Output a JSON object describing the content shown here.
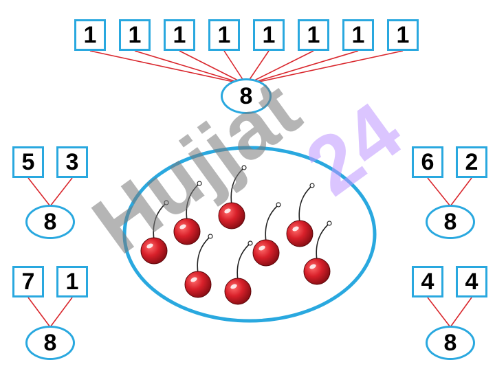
{
  "colors": {
    "box_border": "#29a8df",
    "line": "#d9262c",
    "cherry": "#d8202a",
    "watermark_gray": "#787878",
    "watermark_purple": "#be96ff"
  },
  "top": {
    "parts": [
      "1",
      "1",
      "1",
      "1",
      "1",
      "1",
      "1",
      "1"
    ],
    "total": "8"
  },
  "groups": [
    {
      "id": "left-1",
      "parts": [
        "5",
        "3"
      ],
      "total": "8"
    },
    {
      "id": "left-2",
      "parts": [
        "7",
        "1"
      ],
      "total": "8"
    },
    {
      "id": "right-1",
      "parts": [
        "6",
        "2"
      ],
      "total": "8"
    },
    {
      "id": "right-2",
      "parts": [
        "4",
        "4"
      ],
      "total": "8"
    }
  ],
  "cherries": {
    "count": 8
  },
  "watermark": {
    "text_gray": "Hujjat",
    "text_purple": "24"
  }
}
